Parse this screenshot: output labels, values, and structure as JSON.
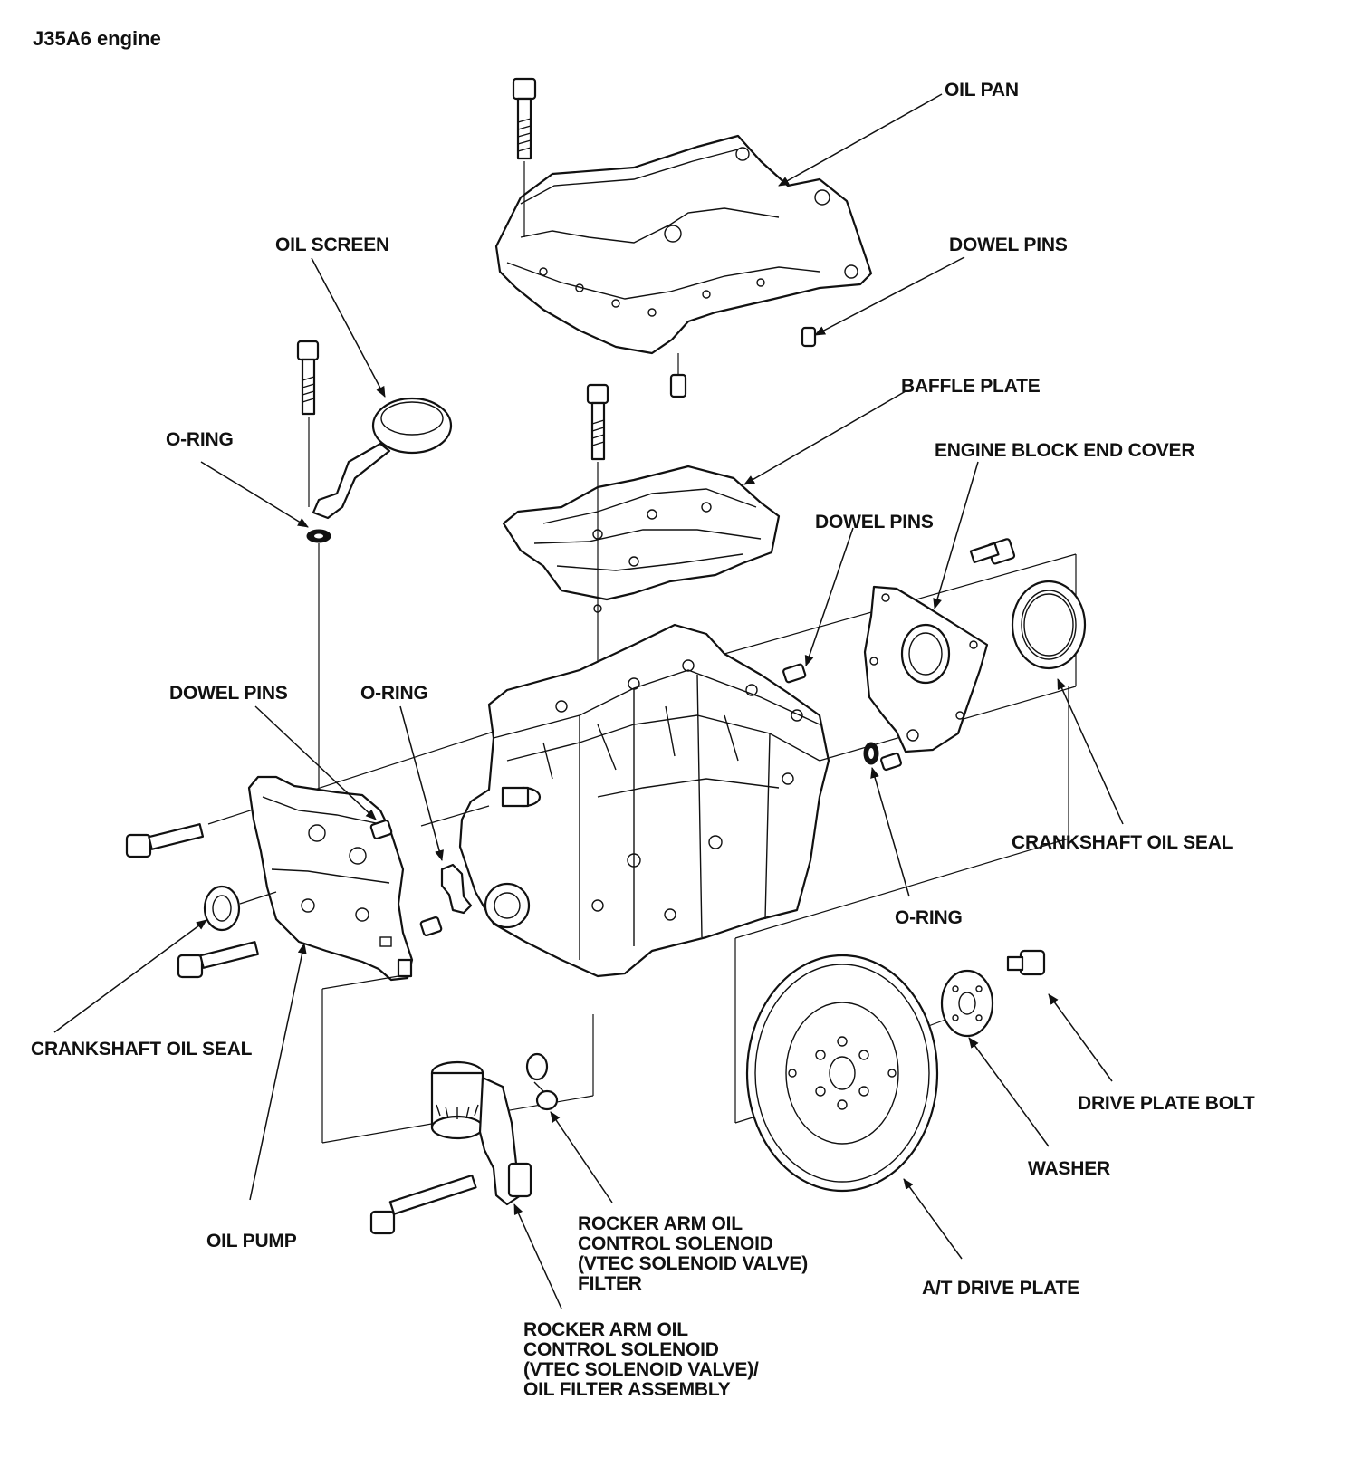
{
  "title": "J35A6 engine",
  "labels": {
    "oil_pan": "OIL PAN",
    "dowel_pins_pan": "DOWEL PINS",
    "oil_screen": "OIL SCREEN",
    "baffle_plate": "BAFFLE PLATE",
    "o_ring_screen": "O-RING",
    "engine_block_end_cover": "ENGINE BLOCK END COVER",
    "dowel_pins_end_cover": "DOWEL PINS",
    "dowel_pins_pump": "DOWEL PINS",
    "o_ring_pump": "O-RING",
    "crankshaft_oil_seal_rear": "CRANKSHAFT OIL SEAL",
    "o_ring_end_cover": "O-RING",
    "crankshaft_oil_seal_front": "CRANKSHAFT OIL SEAL",
    "drive_plate_bolt": "DRIVE PLATE BOLT",
    "washer": "WASHER",
    "oil_pump": "OIL PUMP",
    "vtec_filter": "ROCKER ARM OIL\nCONTROL SOLENOID\n(VTEC SOLENOID VALVE)\nFILTER",
    "at_drive_plate": "A/T DRIVE PLATE",
    "vtec_assembly": "ROCKER ARM OIL\nCONTROL SOLENOID\n(VTEC SOLENOID VALVE)/\nOIL FILTER ASSEMBLY"
  }
}
